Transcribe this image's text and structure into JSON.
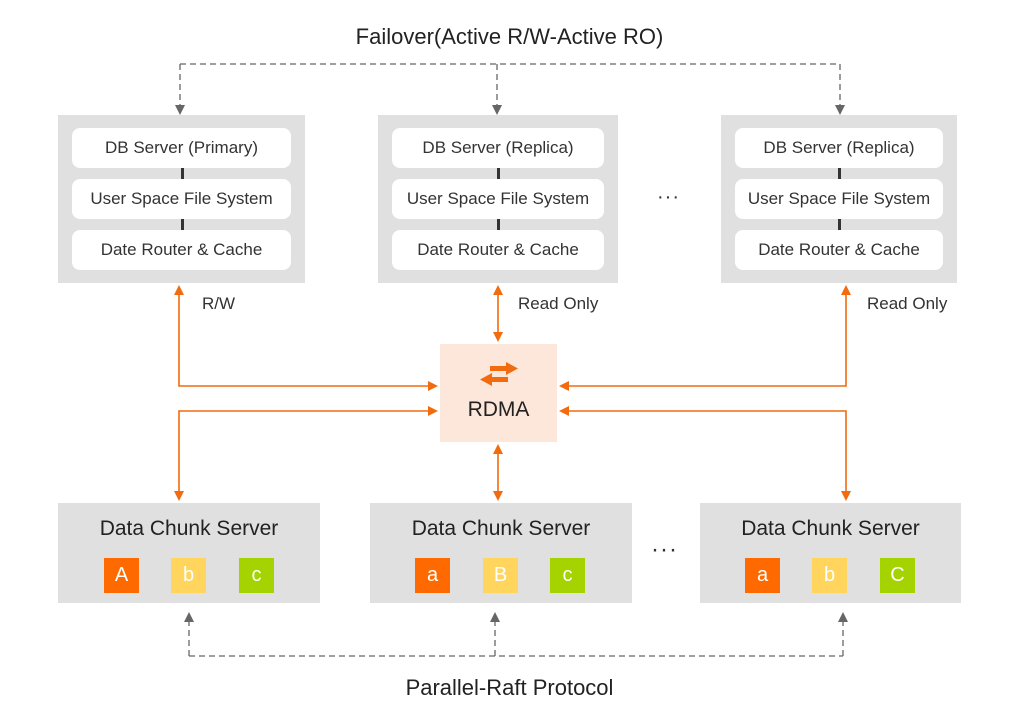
{
  "title_top": "Failover(Active R/W-Active RO)",
  "title_bottom": "Parallel-Raft Protocol",
  "colors": {
    "server_bg": "#e0e0e0",
    "rdma_bg": "#fde6da",
    "arrow_orange": "#f26b0f",
    "dashed_gray": "#666666",
    "block_orange": "#ff6a00",
    "block_yellow": "#ffd55e",
    "block_green": "#a4d300"
  },
  "db_servers": [
    {
      "role": "DB Server (Primary)",
      "layers": [
        "User Space File System",
        "Date Router & Cache"
      ],
      "access": "R/W"
    },
    {
      "role": "DB Server (Replica)",
      "layers": [
        "User Space File System",
        "Date Router & Cache"
      ],
      "access": "Read Only"
    },
    {
      "role": "DB Server (Replica)",
      "layers": [
        "User Space File System",
        "Date Router & Cache"
      ],
      "access": "Read Only"
    }
  ],
  "db_ellipsis": "···",
  "rdma": {
    "label": "RDMA",
    "icon": "swap-arrows-icon"
  },
  "chunk_servers": [
    {
      "title": "Data Chunk Server",
      "blocks": [
        "A",
        "b",
        "c"
      ]
    },
    {
      "title": "Data Chunk Server",
      "blocks": [
        "a",
        "B",
        "c"
      ]
    },
    {
      "title": "Data Chunk Server",
      "blocks": [
        "a",
        "b",
        "C"
      ]
    }
  ],
  "chunk_ellipsis": "···"
}
